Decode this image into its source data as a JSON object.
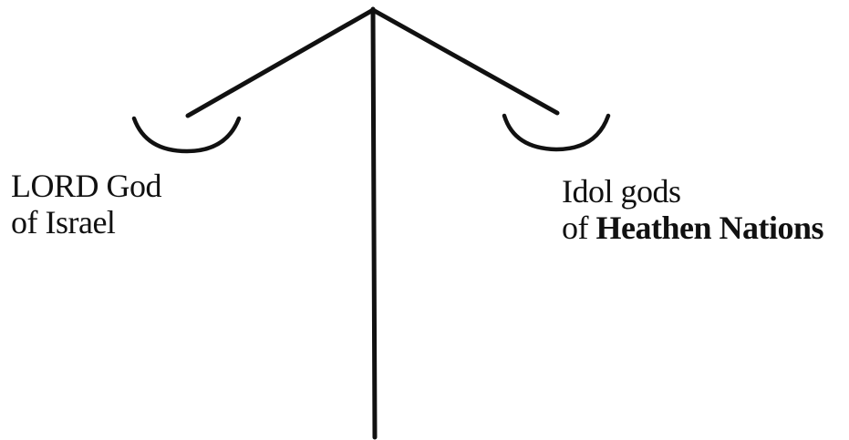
{
  "left_pan": {
    "line1": "LORD God",
    "line2": "of Israel"
  },
  "right_pan": {
    "line1": "Idol gods",
    "line2_prefix": "of",
    "line2_bold": "Heathen  Nations"
  },
  "colors": {
    "ink": "#111111",
    "background": "#ffffff"
  }
}
